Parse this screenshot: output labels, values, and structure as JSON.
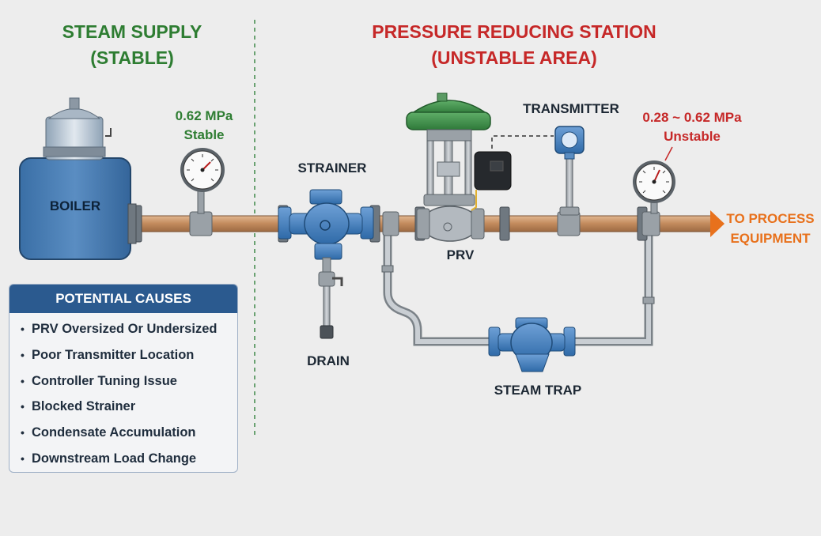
{
  "header": {
    "left_line1": "STEAM SUPPLY",
    "left_line2": "(STABLE)",
    "right_line1": "PRESSURE REDUCING STATION",
    "right_line2": "(UNSTABLE AREA)"
  },
  "labels": {
    "boiler": "BOILER",
    "gauge1_value": "0.62 MPa",
    "gauge1_state": "Stable",
    "strainer": "STRAINER",
    "drain": "DRAIN",
    "prv": "PRV",
    "transmitter": "TRANSMITTER",
    "gauge2_value": "0.28 ~ 0.62 MPa",
    "gauge2_state": "Unstable",
    "steam_trap": "STEAM TRAP",
    "process_line1": "TO PROCESS",
    "process_line2": "EQUIPMENT"
  },
  "causes": {
    "title": "POTENTIAL CAUSES",
    "items": [
      "PRV Oversized Or Undersized",
      "Poor Transmitter Location",
      "Controller Tuning Issue",
      "Blocked Strainer",
      "Condensate Accumulation",
      "Downstream Load Change"
    ]
  },
  "colors": {
    "stable_green": "#2e7d32",
    "unstable_red": "#c62828",
    "process_orange": "#e8711c",
    "equipment_blue": "#3f78b5",
    "prv_green": "#3f8a4a",
    "pipe_copper": "#c8956a"
  }
}
